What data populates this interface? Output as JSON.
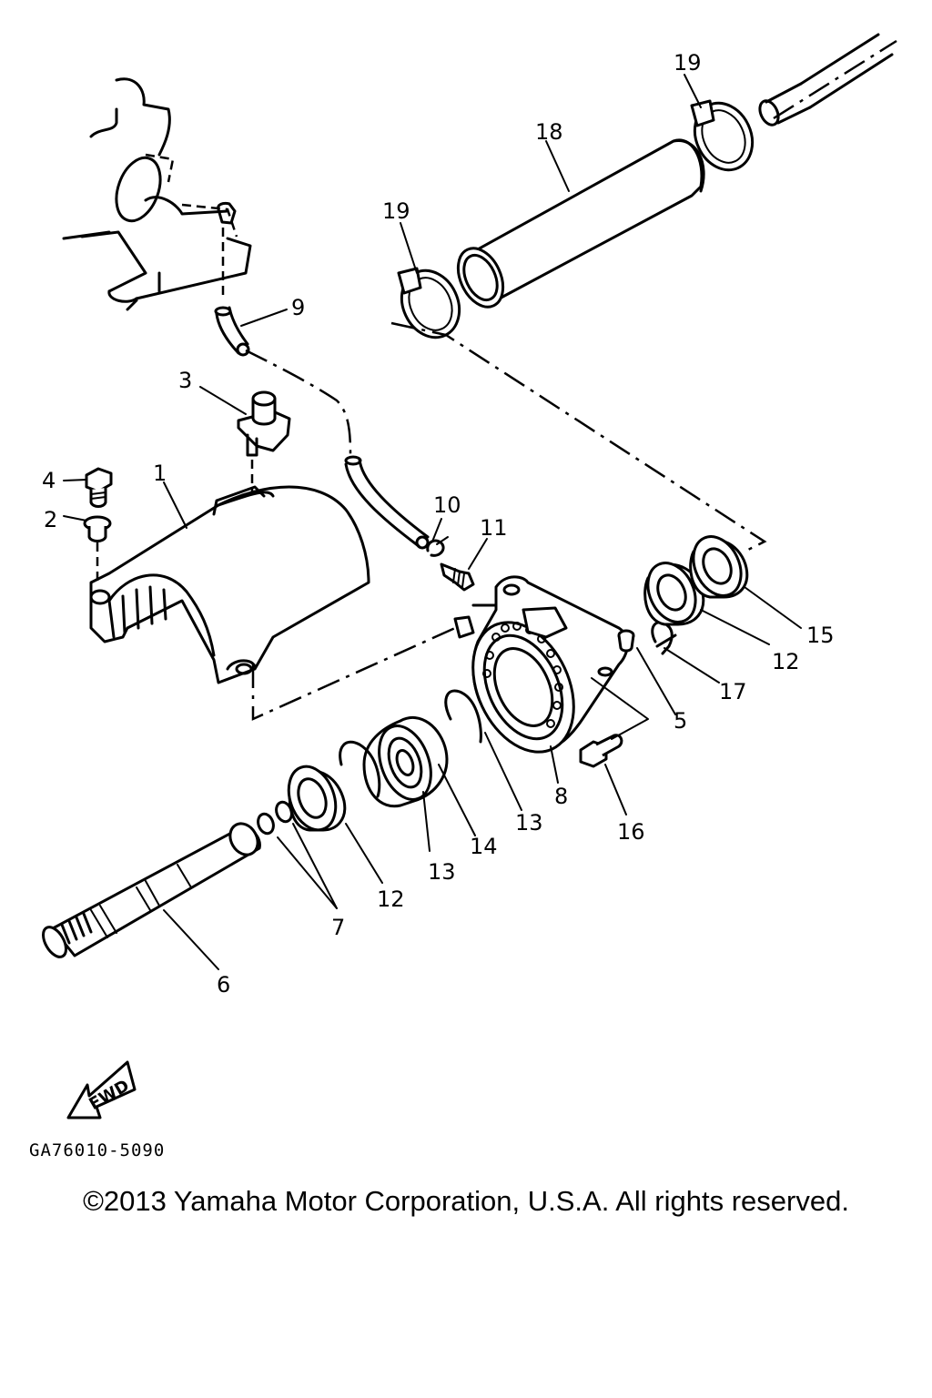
{
  "diagram": {
    "callouts": [
      {
        "id": "c1",
        "label": "1"
      },
      {
        "id": "c2",
        "label": "2"
      },
      {
        "id": "c3",
        "label": "3"
      },
      {
        "id": "c4",
        "label": "4"
      },
      {
        "id": "c5",
        "label": "5"
      },
      {
        "id": "c6",
        "label": "6"
      },
      {
        "id": "c7",
        "label": "7"
      },
      {
        "id": "c8",
        "label": "8"
      },
      {
        "id": "c9",
        "label": "9"
      },
      {
        "id": "c10",
        "label": "10"
      },
      {
        "id": "c11",
        "label": "11"
      },
      {
        "id": "c12a",
        "label": "12"
      },
      {
        "id": "c12b",
        "label": "12"
      },
      {
        "id": "c13a",
        "label": "13"
      },
      {
        "id": "c13b",
        "label": "13"
      },
      {
        "id": "c14",
        "label": "14"
      },
      {
        "id": "c15",
        "label": "15"
      },
      {
        "id": "c16",
        "label": "16"
      },
      {
        "id": "c17",
        "label": "17"
      },
      {
        "id": "c18",
        "label": "18"
      },
      {
        "id": "c19a",
        "label": "19"
      },
      {
        "id": "c19b",
        "label": "19"
      }
    ],
    "fwd_label": "FWD",
    "drawing_code": "GA76010-5090"
  },
  "footer": {
    "copyright": "©2013 Yamaha Motor Corporation, U.S.A. All rights reserved."
  }
}
